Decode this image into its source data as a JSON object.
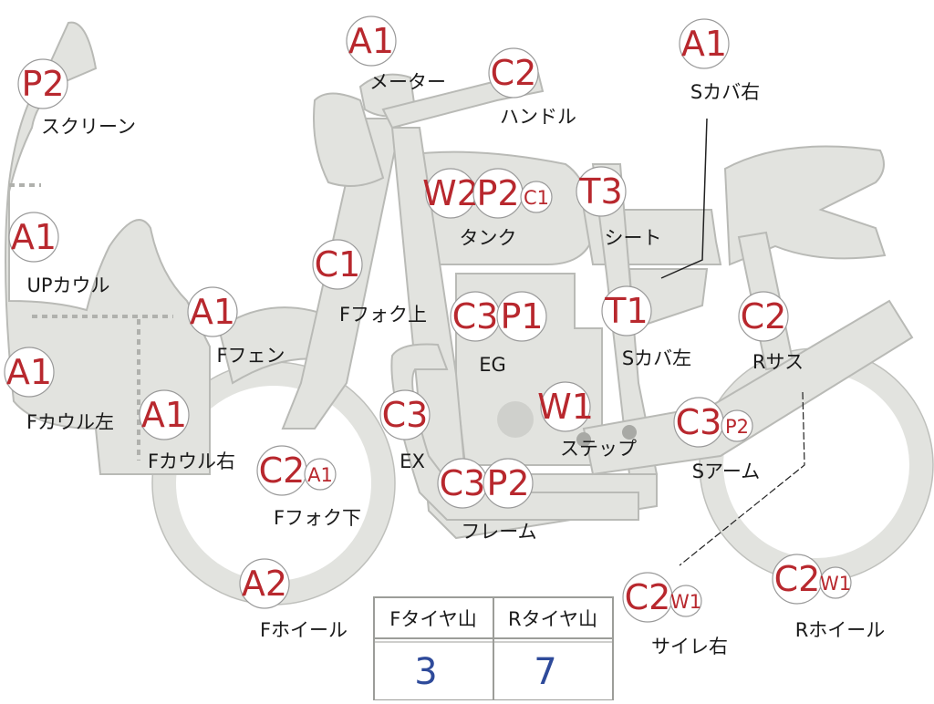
{
  "parts": {
    "screen": {
      "label": "スクリーン",
      "grades": [
        "P2"
      ]
    },
    "up_cowl": {
      "label": "UPカウル",
      "grades": [
        "A1"
      ]
    },
    "f_cowl_left": {
      "label": "Fカウル左",
      "grades": [
        "A1"
      ]
    },
    "f_cowl_right": {
      "label": "Fカウル右",
      "grades": [
        "A1"
      ]
    },
    "f_fender": {
      "label": "Fフェン",
      "grades": [
        "A1"
      ]
    },
    "meter": {
      "label": "メーター",
      "grades": [
        "A1"
      ]
    },
    "handle": {
      "label": "ハンドル",
      "grades": [
        "C2"
      ]
    },
    "s_cover_right": {
      "label": "Sカバ右",
      "grades": [
        "A1"
      ]
    },
    "tank": {
      "label": "タンク",
      "grades": [
        "W2",
        "P2"
      ],
      "small_grades": [
        "C1"
      ]
    },
    "seat": {
      "label": "シート",
      "grades": [
        "T3"
      ]
    },
    "f_fork_upper": {
      "label": "Fフォク上",
      "grades": [
        "C1"
      ]
    },
    "engine": {
      "label": "EG",
      "grades": [
        "C3",
        "P1"
      ]
    },
    "s_cover_left": {
      "label": "Sカバ左",
      "grades": [
        "T1"
      ]
    },
    "r_suspension": {
      "label": "Rサス",
      "grades": [
        "C2"
      ]
    },
    "exhaust": {
      "label": "EX",
      "grades": [
        "C3"
      ]
    },
    "step": {
      "label": "ステップ",
      "grades": [
        "W1"
      ]
    },
    "s_arm": {
      "label": "Sアーム",
      "grades": [
        "C3"
      ],
      "small_grades": [
        "P2"
      ]
    },
    "f_fork_lower": {
      "label": "Fフォク下",
      "grades": [
        "C2"
      ],
      "small_grades": [
        "A1"
      ]
    },
    "frame": {
      "label": "フレーム",
      "grades": [
        "C3",
        "P2"
      ]
    },
    "f_wheel": {
      "label": "Fホイール",
      "grades": [
        "A2"
      ]
    },
    "silencer_right": {
      "label": "サイレ右",
      "grades": [
        "C2"
      ],
      "small_grades": [
        "W1"
      ]
    },
    "r_wheel": {
      "label": "Rホイール",
      "grades": [
        "C2"
      ],
      "small_grades": [
        "W1"
      ]
    }
  },
  "tire_table": {
    "headers": [
      "Fタイヤ山",
      "Rタイヤ山"
    ],
    "values": [
      "3",
      "7"
    ]
  },
  "colors": {
    "grade_text": "#b8282e",
    "value_text": "#2e4a9a",
    "body_fill": "#e2e3df"
  }
}
